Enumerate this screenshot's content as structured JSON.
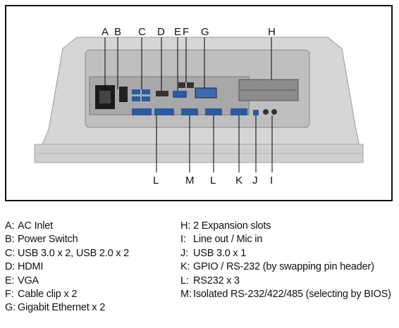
{
  "callouts_top": [
    "A",
    "B",
    "C",
    "D",
    "E",
    "F",
    "G",
    "H"
  ],
  "callouts_bottom": [
    "L",
    "M",
    "L",
    "K",
    "J",
    "I"
  ],
  "legend_left": [
    {
      "key": "A",
      "text": "AC Inlet"
    },
    {
      "key": "B",
      "text": "Power Switch"
    },
    {
      "key": "C",
      "text": "USB 3.0 x 2, USB 2.0 x 2"
    },
    {
      "key": "D",
      "text": "HDMI"
    },
    {
      "key": "E",
      "text": "VGA"
    },
    {
      "key": "F",
      "text": "Cable clip x 2"
    },
    {
      "key": "G",
      "text": "Gigabit Ethernet x 2"
    }
  ],
  "legend_right": [
    {
      "key": "H",
      "text": "2 Expansion slots"
    },
    {
      "key": "I",
      "text": "Line out / Mic in"
    },
    {
      "key": "J",
      "text": "USB 3.0 x 1"
    },
    {
      "key": "K",
      "text": "GPIO / RS-232 (by swapping pin header)"
    },
    {
      "key": "L",
      "text": "RS232 x 3"
    },
    {
      "key": "M",
      "text": "Isolated RS-232/422/485 (selecting by BIOS)"
    }
  ],
  "colors": {
    "frame": "#111111",
    "chassis": "#c9c9c9",
    "panel": "#8f8f8f",
    "port_blue": "#2b5aa0",
    "leader": "#000000"
  }
}
